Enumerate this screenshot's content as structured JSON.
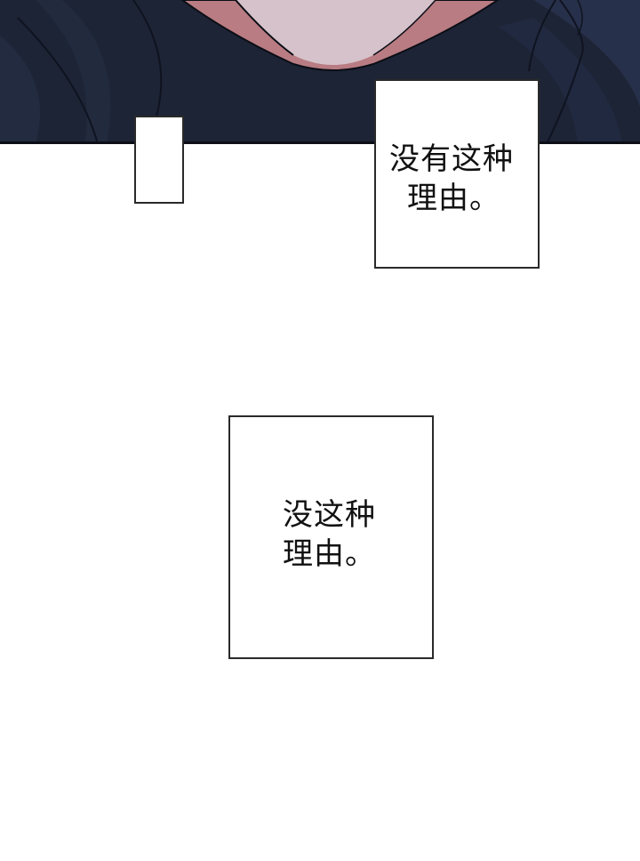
{
  "scene": {
    "description": "Webtoon panel: dark navy clothing with pink neck/chin area at top, white background with caption boxes",
    "colors": {
      "shirt_navy": "#1d2436",
      "shirt_navy_light": "#27304a",
      "neck_pink": "#b87c82",
      "skin_mauve": "#d6c2cb",
      "outline": "#0b0e16",
      "background": "#ffffff",
      "box_border": "#2a2a2a",
      "text": "#111111"
    }
  },
  "captions": [
    {
      "id": "empty-box",
      "lines": []
    },
    {
      "id": "box-1",
      "line1": "没有这种",
      "line2": "理由。"
    },
    {
      "id": "box-2",
      "line1": "没这种",
      "line2": "理由。"
    }
  ]
}
